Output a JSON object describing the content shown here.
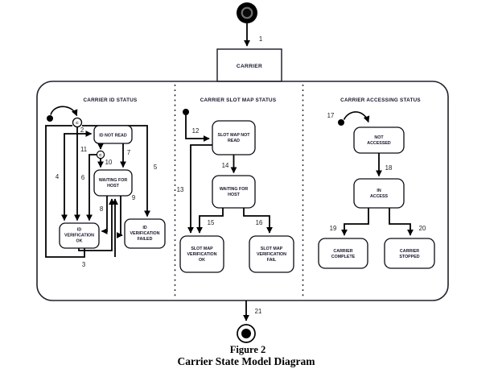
{
  "figure": {
    "caption_line1": "Figure 2",
    "caption_line2": "Carrier State Model Diagram"
  },
  "carrier": {
    "label": "CARRIER"
  },
  "connectors": {
    "c1": "C",
    "c2": "C"
  },
  "transitions": {
    "n1": "1",
    "n2": "2",
    "n3": "3",
    "n4": "4",
    "n5": "5",
    "n6": "6",
    "n7": "7",
    "n8": "8",
    "n9": "9",
    "n10": "10",
    "n11": "11",
    "n12": "12",
    "n13": "13",
    "n14": "14",
    "n15": "15",
    "n16": "16",
    "n17": "17",
    "n18": "18",
    "n19": "19",
    "n20": "20",
    "n21": "21"
  },
  "sections": {
    "id_status": {
      "title": "CARRIER ID STATUS",
      "states": {
        "id_not_read": {
          "line1": "ID NOT READ"
        },
        "waiting_for_host": {
          "line1": "WAITING FOR",
          "line2": "HOST"
        },
        "id_verification_ok": {
          "line1": "ID",
          "line2": "VERIFICATION",
          "line3": "OK"
        },
        "id_verification_failed": {
          "line1": "ID",
          "line2": "VERIFICATION",
          "line3": "FAILED"
        }
      }
    },
    "slot_map_status": {
      "title": "CARRIER SLOT MAP STATUS",
      "states": {
        "slot_map_not_read": {
          "line1": "SLOT MAP NOT",
          "line2": "READ"
        },
        "waiting_for_host": {
          "line1": "WAITING FOR",
          "line2": "HOST"
        },
        "slot_map_verification_ok": {
          "line1": "SLOT MAP",
          "line2": "VERIFICATION",
          "line3": "OK"
        },
        "slot_map_verification_fail": {
          "line1": "SLOT MAP",
          "line2": "VERIFICATION",
          "line3": "FAIL"
        }
      }
    },
    "accessing_status": {
      "title": "CARRIER ACCESSING STATUS",
      "states": {
        "not_accessed": {
          "line1": "NOT",
          "line2": "ACCESSED"
        },
        "in_access": {
          "line1": "IN",
          "line2": "ACCESS"
        },
        "carrier_complete": {
          "line1": "CARRIER",
          "line2": "COMPLETE"
        },
        "carrier_stopped": {
          "line1": "CARRIER",
          "line2": "STOPPED"
        }
      }
    }
  },
  "colors": {
    "ink": "#000000",
    "text": "#14142a",
    "background": "#ffffff"
  }
}
